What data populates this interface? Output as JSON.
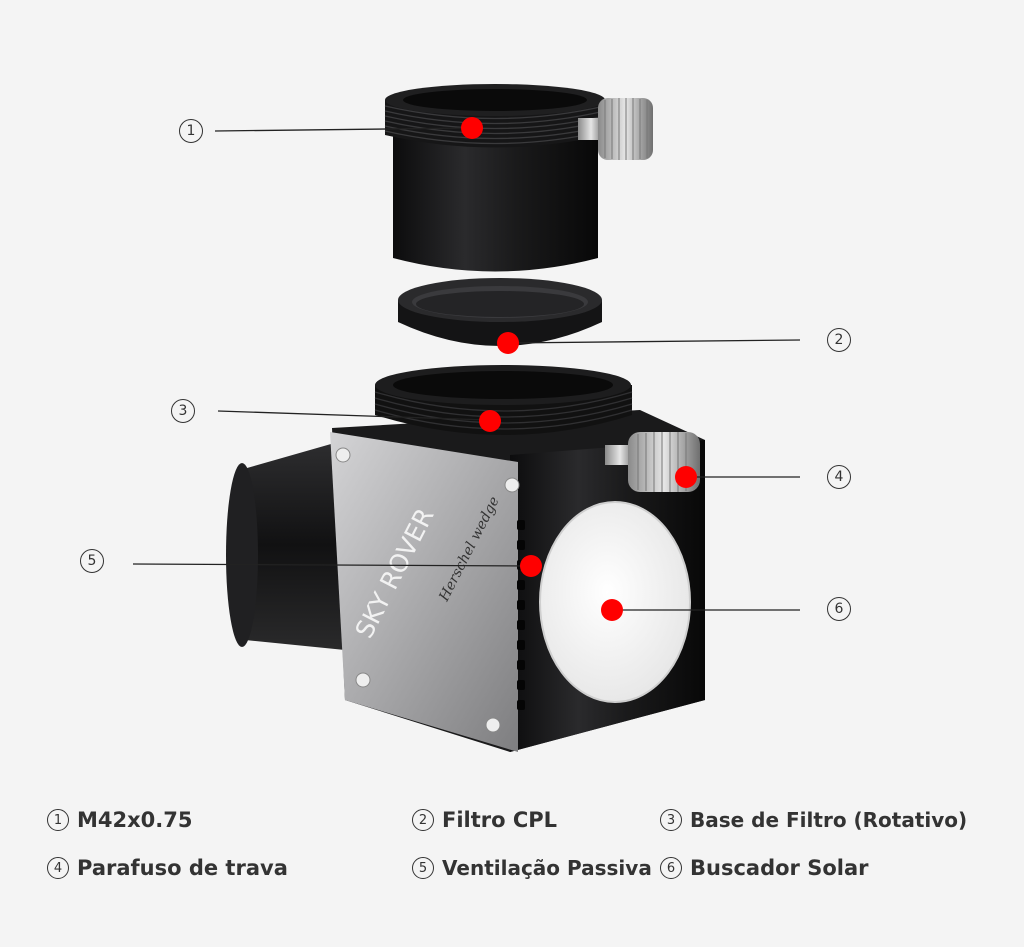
{
  "product": {
    "brand_text": "SKY ROVER",
    "model_text": "Herschel wedge"
  },
  "callouts": [
    {
      "number": "1"
    },
    {
      "number": "2"
    },
    {
      "number": "3"
    },
    {
      "number": "4"
    },
    {
      "number": "5"
    },
    {
      "number": "6"
    }
  ],
  "legend": [
    {
      "number": "1",
      "label": "M42x0.75"
    },
    {
      "number": "2",
      "label": "Filtro CPL"
    },
    {
      "number": "3",
      "label": "Base de Filtro (Rotativo)"
    },
    {
      "number": "4",
      "label": "Parafuso de trava"
    },
    {
      "number": "5",
      "label": "Ventilação Passiva"
    },
    {
      "number": "6",
      "label": "Buscador Solar"
    }
  ],
  "colors": {
    "background": "#f4f4f4",
    "marker": "#ff0000",
    "body_black": "#1b1b1d",
    "plate_silver": "#a8a8aa",
    "text": "#333333"
  }
}
